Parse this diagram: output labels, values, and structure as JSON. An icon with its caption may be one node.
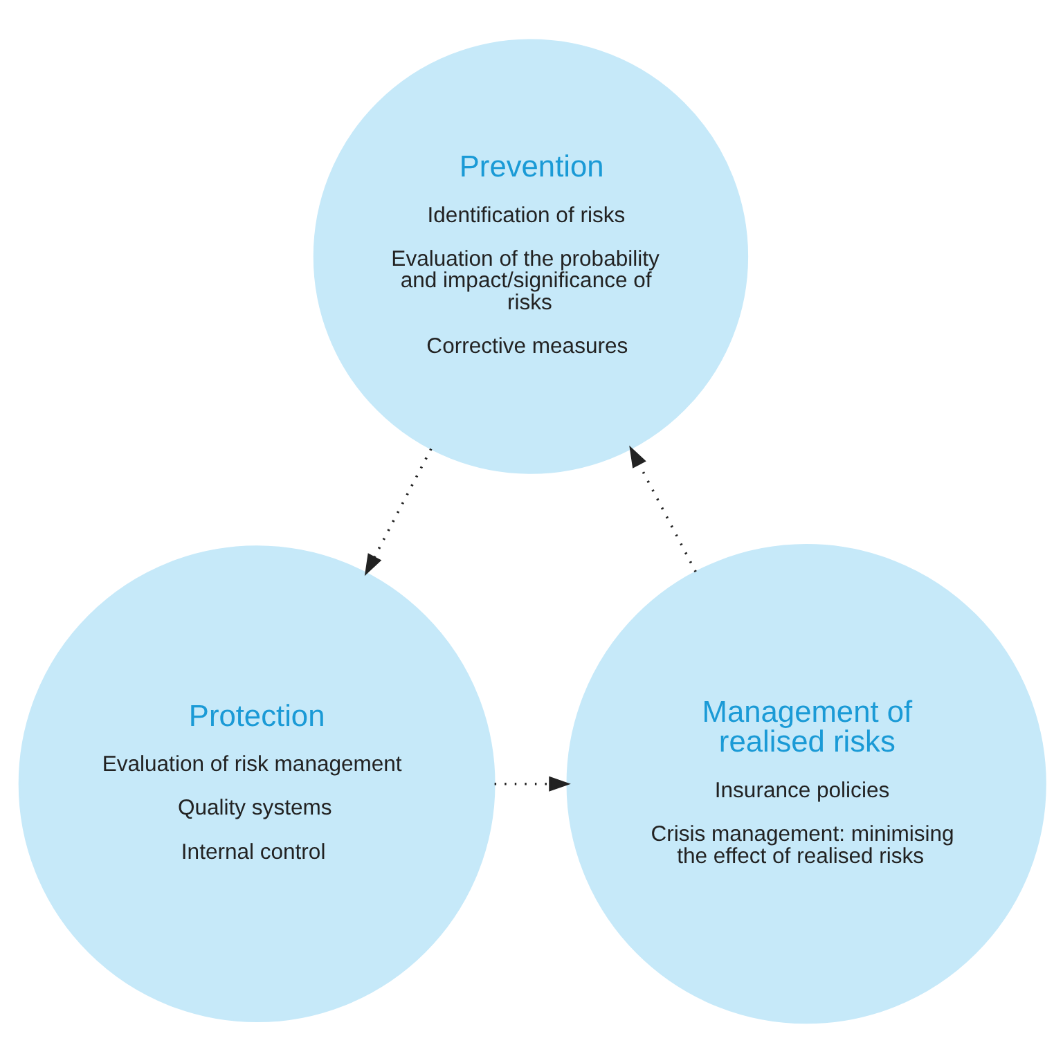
{
  "diagram": {
    "nodes": [
      {
        "text": [
          "Prevention",
          "Identification of risks",
          "Evaluation of the probability and impact/significance of risks",
          "Corrective measures"
        ]
      },
      {
        "text": [
          "Management of realised risks",
          "Insurance policies",
          "Crisis management: minimising the effect of realised risks"
        ]
      },
      {
        "text": [
          "Protection",
          "Evaluation of risk management",
          "Quality systems",
          "Internal control"
        ]
      }
    ],
    "edges": [
      {
        "from": 1,
        "to": 0,
        "arrow": "to",
        "style": "dashed"
      },
      {
        "from": 0,
        "to": 2,
        "arrow": "to",
        "style": "dashed"
      },
      {
        "from": 2,
        "to": 1,
        "arrow": "to",
        "style": "dashed"
      }
    ]
  }
}
